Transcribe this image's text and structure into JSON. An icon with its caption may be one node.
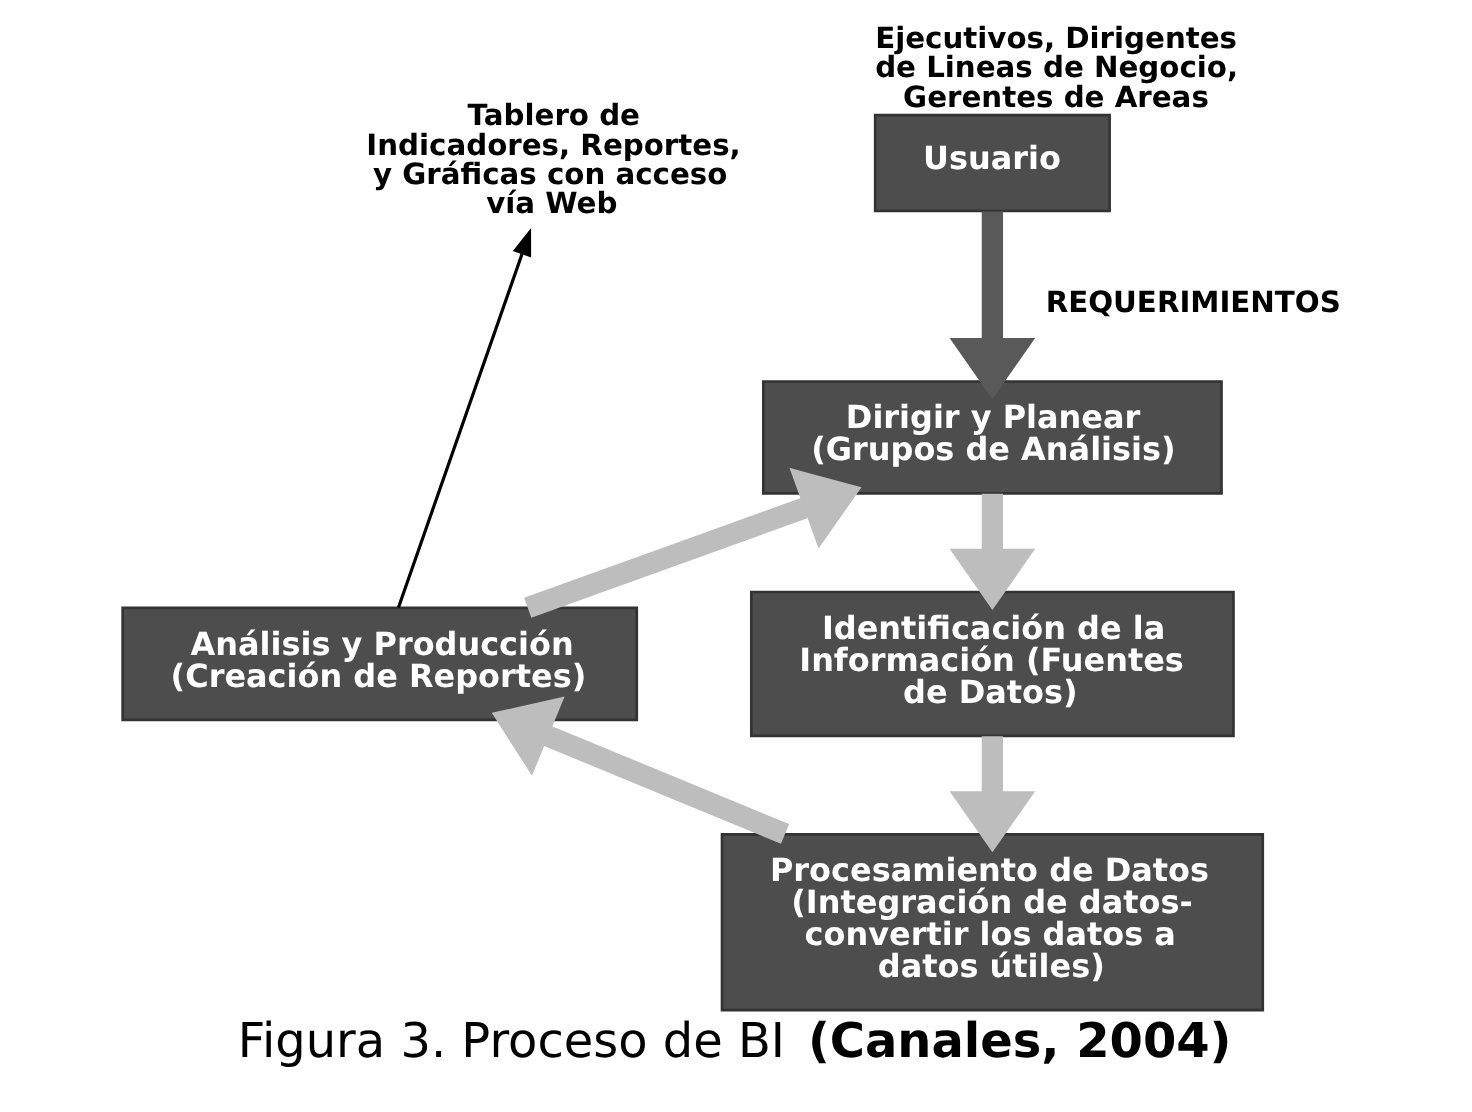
{
  "diagram": {
    "caption": "Figura 3. Proceso de BI **(Canales, 2004)**",
    "nodes": [
      {
        "text": [
          "Usuario"
        ],
        "beside": [
          "Ejecutivos, Dirigentes de Lineas de Negocio, Gerentes de Areas"
        ]
      },
      {
        "text": [
          "Dirigir y Planear (Grupos de Análisis)"
        ]
      },
      {
        "text": [
          "Identificación de la Información (Fuentes de Datos)"
        ]
      },
      {
        "text": [
          "Procesamiento de Datos (Integración de datos- convertir los datos a datos útiles)"
        ]
      },
      {
        "text": [
          "Análisis y Producción (Creación de Reportes)"
        ]
      },
      {
        "text": [
          "Tablero de Indicadores, Reportes, y Gráficas con acceso vía Web"
        ]
      }
    ],
    "edges": [
      {
        "from": 0,
        "to": 1,
        "arrow": "to",
        "label": "REQUERIMIENTOS",
        "color": "#595959"
      },
      {
        "from": 1,
        "to": 2,
        "arrow": "to"
      },
      {
        "from": 2,
        "to": 3,
        "arrow": "to"
      },
      {
        "from": 3,
        "to": 4,
        "arrow": "to"
      },
      {
        "from": 4,
        "to": 1,
        "arrow": "to"
      },
      {
        "from": 4,
        "to": 5,
        "arrow": "to",
        "color": "#000000"
      }
    ]
  }
}
